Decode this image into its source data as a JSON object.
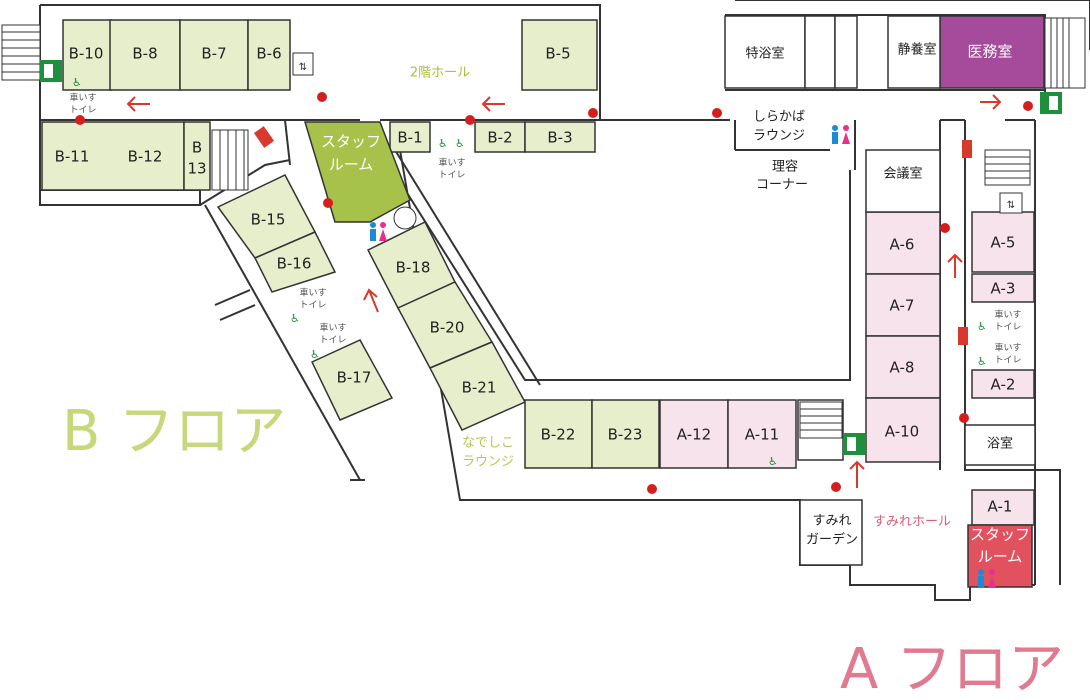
{
  "floors": {
    "b_label": "B フロア",
    "a_label": "A フロア"
  },
  "colors": {
    "b_room": "#e7eecb",
    "a_room": "#f7e3ec",
    "staff_b": "#a6c24a",
    "staff_a": "#e2525e",
    "medical": "#a64b9c",
    "wall": "#333333",
    "arrow": "#d9382c",
    "dot": "#d51f1f",
    "exit": "#1e8f3a"
  },
  "rooms_b": {
    "b10": "B-10",
    "b8": "B-8",
    "b7": "B-7",
    "b6": "B-6",
    "b5": "B-5",
    "b11": "B-11",
    "b12": "B-12",
    "b13_a": "B",
    "b13_b": "13",
    "b1": "B-1",
    "b2": "B-2",
    "b3": "B-3",
    "b15": "B-15",
    "b16": "B-16",
    "b17": "B-17",
    "b18": "B-18",
    "b20": "B-20",
    "b21": "B-21",
    "b22": "B-22",
    "b23": "B-23"
  },
  "rooms_a": {
    "a12": "A-12",
    "a11": "A-11",
    "a6": "A-6",
    "a7": "A-7",
    "a8": "A-8",
    "a10": "A-10",
    "a5": "A-5",
    "a3": "A-3",
    "a2": "A-2",
    "a1": "A-1"
  },
  "facilities": {
    "hall2": "2階ホール",
    "staff_b_1": "スタッフ",
    "staff_b_2": "ルーム",
    "staff_a_1": "スタッフ",
    "staff_a_2": "ルーム",
    "tokuyoku": "特浴室",
    "seiyou": "静養室",
    "imushitsu": "医務室",
    "shirakaba_1": "しらかば",
    "shirakaba_2": "ラウンジ",
    "riyou_1": "理容",
    "riyou_2": "コーナー",
    "kaigi": "会議室",
    "yokushitsu": "浴室",
    "sumire_garden_1": "すみれ",
    "sumire_garden_2": "ガーデン",
    "sumire_hall": "すみれホール",
    "nadeshiko_1": "なでしこ",
    "nadeshiko_2": "ラウンジ"
  },
  "toilets": {
    "wc_1": "車いす",
    "wc_2": "トイレ"
  }
}
